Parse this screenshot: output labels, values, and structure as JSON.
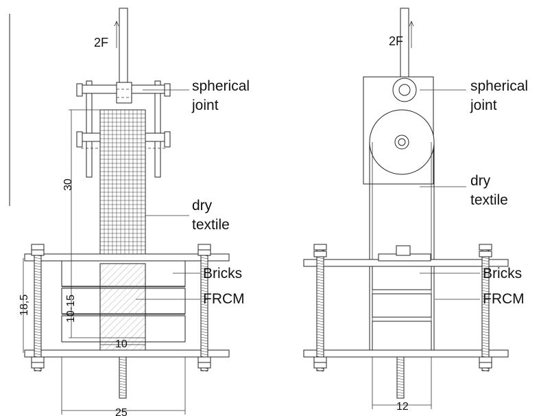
{
  "left_view": {
    "force_label": "2F",
    "labels": {
      "spherical": "spherical",
      "joint": "joint",
      "dry": "dry",
      "textile": "textile",
      "bricks": "Bricks",
      "frcm": "FRCM"
    },
    "dimensions": {
      "height_30": "30",
      "height_18_5": "18,5",
      "height_10_15": "10-15",
      "width_10": "10",
      "width_25": "25"
    }
  },
  "right_view": {
    "force_label": "2F",
    "labels": {
      "spherical": "spherical",
      "joint": "joint",
      "dry": "dry",
      "textile": "textile",
      "bricks": "Bricks",
      "frcm": "FRCM"
    },
    "dimensions": {
      "width_12": "12"
    }
  }
}
